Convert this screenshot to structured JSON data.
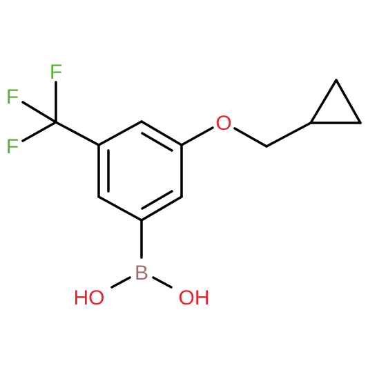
{
  "molecule": {
    "atoms": {
      "F1": "F",
      "F2": "F",
      "F3": "F",
      "O_ether": "O",
      "B": "B",
      "OH_left": "HO",
      "OH_right": "OH"
    },
    "colors": {
      "bond": "#000000",
      "fluorine": "#5eae3a",
      "oxygen": "#e8212b",
      "boron": "#a0706f"
    }
  }
}
